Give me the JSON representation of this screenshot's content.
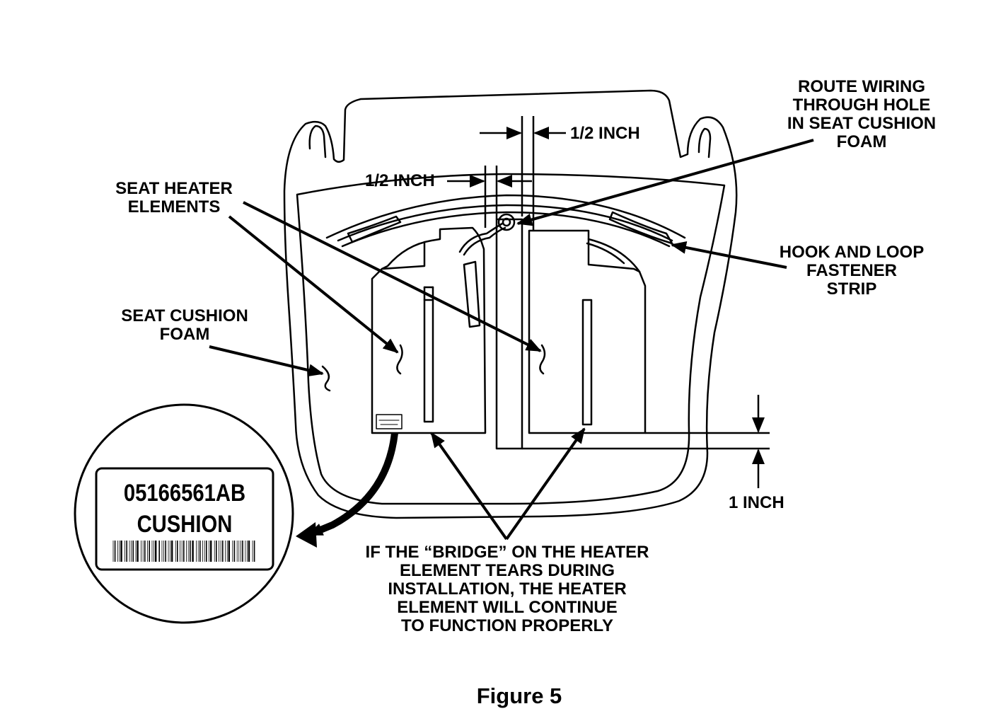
{
  "callouts": {
    "route_wiring": [
      "ROUTE WIRING",
      "THROUGH HOLE",
      "IN SEAT CUSHION",
      "FOAM"
    ],
    "half_inch_top": "1/2 INCH",
    "half_inch_left": "1/2 INCH",
    "seat_heater_elements": [
      "SEAT HEATER",
      "ELEMENTS"
    ],
    "hook_and_loop": [
      "HOOK AND LOOP",
      "FASTENER",
      "STRIP"
    ],
    "seat_cushion_foam": [
      "SEAT CUSHION",
      "FOAM"
    ],
    "one_inch": "1 INCH",
    "bridge_note": [
      "IF THE “BRIDGE” ON THE HEATER",
      "ELEMENT TEARS DURING",
      "INSTALLATION, THE HEATER",
      "ELEMENT WILL CONTINUE",
      "TO FUNCTION PROPERLY"
    ]
  },
  "part_label": {
    "part_number": "05166561AB",
    "part_name": "CUSHION"
  },
  "caption": "Figure 5"
}
